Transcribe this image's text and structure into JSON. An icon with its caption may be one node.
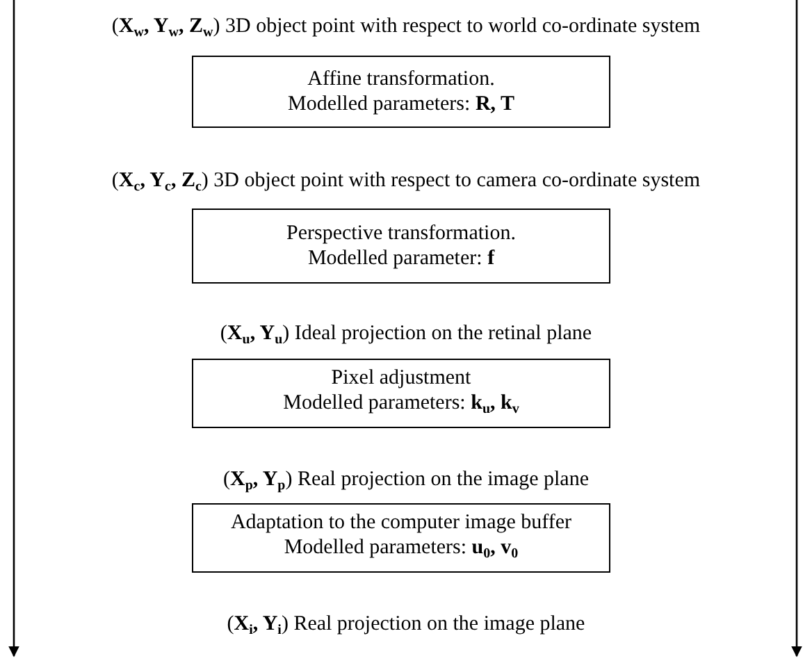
{
  "diagram": {
    "nodes": [
      {
        "text": [
          "Affine transformation.",
          "Modelled parameters: **R, T**"
        ]
      },
      {
        "text": [
          "Perspective transformation.",
          "Modelled parameter: **f**"
        ]
      },
      {
        "text": [
          "Pixel adjustment",
          "Modelled parameters: **k**$_{u}$**, k**$_{v}$"
        ]
      },
      {
        "text": [
          "Adaptation to the computer image buffer",
          "Modelled parameters: **u**$_{0}$**, v**$_{0}$"
        ]
      }
    ],
    "labels": [
      "(**X**$_{w}$**, Y**$_{w}$**, Z**$_{w}$) 3D object point with respect to world co-ordinate system",
      "(**X**$_{c}$**, Y**$_{c}$**, Z**$_{c}$) 3D object point with respect to camera co-ordinate system",
      "(**X**$_{u}$**, Y**$_{u}$) Ideal projection on the retinal plane",
      "(**X**$_{p}$**, Y**$_{p}$) Real projection on the image plane",
      "(**X**$_{i}$**, Y**$_{i}$) Real projection on the image plane"
    ]
  }
}
